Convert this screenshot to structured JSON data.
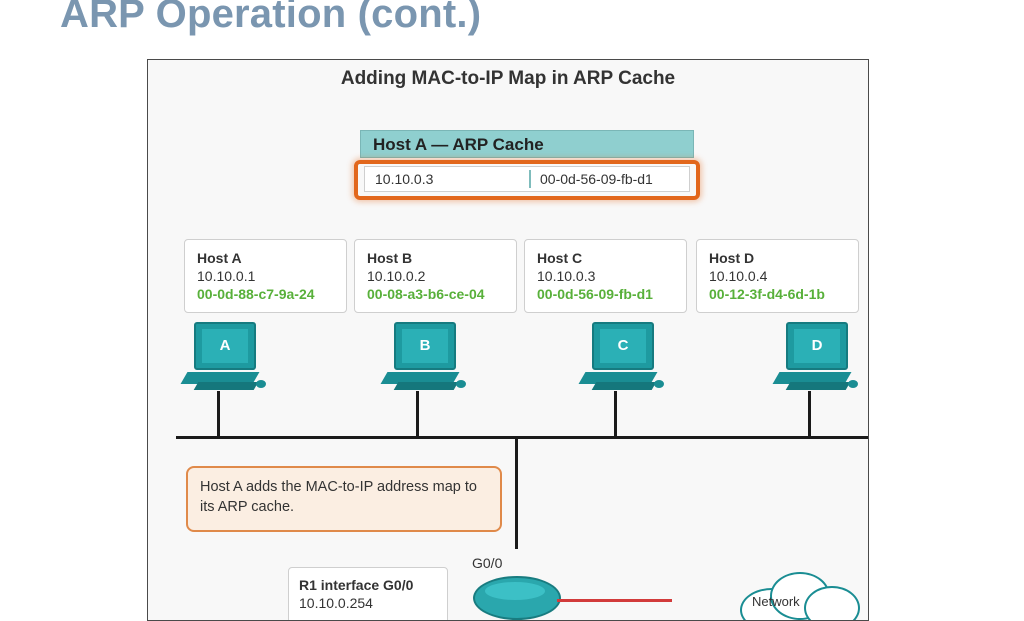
{
  "slide": {
    "title": "ARP Operation (cont.)"
  },
  "diagram": {
    "title": "Adding MAC-to-IP Map in ARP Cache",
    "arp_cache": {
      "header": "Host A — ARP Cache",
      "entry": {
        "ip": "10.10.0.3",
        "mac": "00-0d-56-09-fb-d1"
      }
    },
    "hosts": [
      {
        "name": "Host A",
        "ip": "10.10.0.1",
        "mac": "00-0d-88-c7-9a-24",
        "label": "A"
      },
      {
        "name": "Host B",
        "ip": "10.10.0.2",
        "mac": "00-08-a3-b6-ce-04",
        "label": "B"
      },
      {
        "name": "Host C",
        "ip": "10.10.0.3",
        "mac": "00-0d-56-09-fb-d1",
        "label": "C"
      },
      {
        "name": "Host D",
        "ip": "10.10.0.4",
        "mac": "00-12-3f-d4-6d-1b",
        "label": "D"
      }
    ],
    "note": "Host A adds the MAC-to-IP address map to its ARP cache.",
    "router": {
      "interface_label": "G0/0",
      "info_title": "R1 interface G0/0",
      "info_ip": "10.10.0.254"
    },
    "cloud_label": "Network"
  },
  "colors": {
    "title": "#7a96b0",
    "arp_header": "#8fcfcf",
    "highlight": "#e2671c",
    "mac_text": "#58b03a",
    "device": "#1e9aa0",
    "note_border": "#e08a4a",
    "wan_link": "#d23b3b"
  }
}
